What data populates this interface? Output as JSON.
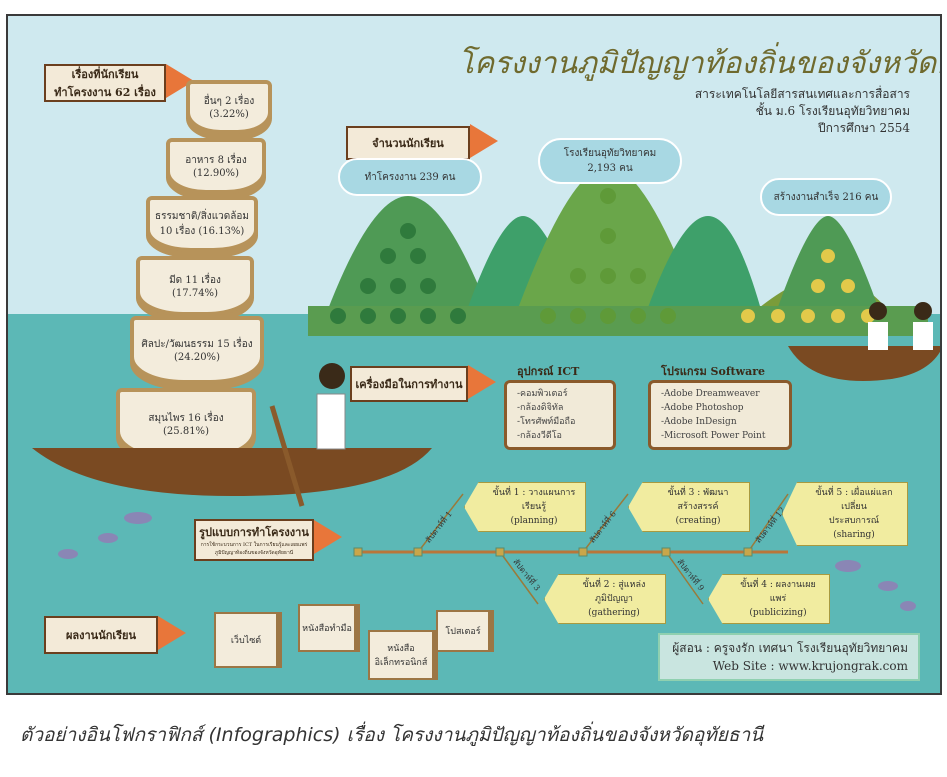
{
  "title": "โครงงานภูมิปัญญาท้องถิ่นของจังหวัดอุทัยธานี",
  "subtitle": [
    "สาระเทคโนโลยีสารสนเทศและการสื่อสาร",
    "ชั้น ม.6 โรงเรียนอุทัยวิทยาคม",
    "ปีการศึกษา 2554"
  ],
  "topics_label": [
    "เรื่องที่นักเรียน",
    "ทำโครงงาน 62 เรื่อง"
  ],
  "baskets": [
    {
      "name": "อื่นๆ 2 เรื่อง",
      "pct": "(3.22%)"
    },
    {
      "name": "อาหาร 8 เรื่อง",
      "pct": "(12.90%)"
    },
    {
      "name": "ธรรมชาติ/สิ่งแวดล้อม",
      "name2": "10 เรื่อง (16.13%)"
    },
    {
      "name": "มีด 11 เรื่อง",
      "pct": "(17.74%)"
    },
    {
      "name": "ศิลปะ/วัฒนธรรม 15 เรื่อง",
      "pct": "(24.20%)"
    },
    {
      "name": "สมุนไพร 16 เรื่อง",
      "pct": "(25.81%)"
    }
  ],
  "students_label": "จำนวนนักเรียน",
  "clouds": [
    {
      "line1": "ทำโครงงาน 239 คน"
    },
    {
      "line1": "โรงเรียนอุทัยวิทยาคม",
      "line2": "2,193 คน"
    },
    {
      "line1": "สร้างงานสำเร็จ 216 คน"
    }
  ],
  "tools_label": "เครื่องมือในการทำงาน",
  "ict": {
    "title": "อุปกรณ์ ICT",
    "items": [
      "-คอมพิวเตอร์",
      "-กล้องดิจิทัล",
      "-โทรศัพท์มือถือ",
      "-กล้องวีดีโอ"
    ]
  },
  "software": {
    "title": "โปรแกรม Software",
    "items": [
      "-Adobe Dreamweaver",
      "-Adobe Photoshop",
      "-Adobe InDesign",
      "-Microsoft Power Point"
    ]
  },
  "process": {
    "title": "รูปแบบการทำโครงงาน",
    "desc": [
      "การใช้กระบวนการ ICT ในการเรียนรู้และเผยแพร่",
      "ภูมิปัญญาท้องถิ่นของจังหวัดอุทัยธานี"
    ],
    "weeks": [
      "สัปดาห์ที่ 1",
      "สัปดาห์ที่ 3",
      "สัปดาห์ที่ 6",
      "สัปดาห์ที่ 9",
      "สัปดาห์ที่ 12"
    ],
    "steps": [
      {
        "th": "ขั้นที่ 1 : วางแผนการเรียนรู้",
        "en": "(planning)"
      },
      {
        "th": "ขั้นที่ 2 : สู่แหล่งภูมิปัญญา",
        "en": "(gathering)"
      },
      {
        "th": "ขั้นที่ 3 : พัฒนาสร้างสรรค์",
        "en": "(creating)"
      },
      {
        "th": "ขั้นที่ 4 : ผลงานเผยแพร่",
        "en": "(publicizing)"
      },
      {
        "th": "ขั้นที่ 5 : เผื่อแผ่แลกเปลี่ยน",
        "en": "ประสบการณ์ (sharing)"
      }
    ]
  },
  "works_label": "ผลงานนักเรียน",
  "works": [
    "เว็บไซต์",
    "หนังสือทำมือ",
    "หนังสืออิเล็กทรอนิกส์",
    "โปสเตอร์"
  ],
  "credit": {
    "teacher": "ผู้สอน : ครูจงรัก  เทศนา  โรงเรียนอุทัยวิทยาคม",
    "website": "Web Site : www.krujongrak.com"
  },
  "caption": "ตัวอย่างอินโฟกราฟิกส์ (Infographics) เรื่อง โครงงานภูมิปัญญาท้องถิ่นของจังหวัดอุทัยธานี",
  "colors": {
    "sky": "#cfe9ef",
    "sea": "#5cb8b6",
    "title": "#6f6a2e",
    "arrow": "#e8763a",
    "boat": "#7a4a22"
  }
}
